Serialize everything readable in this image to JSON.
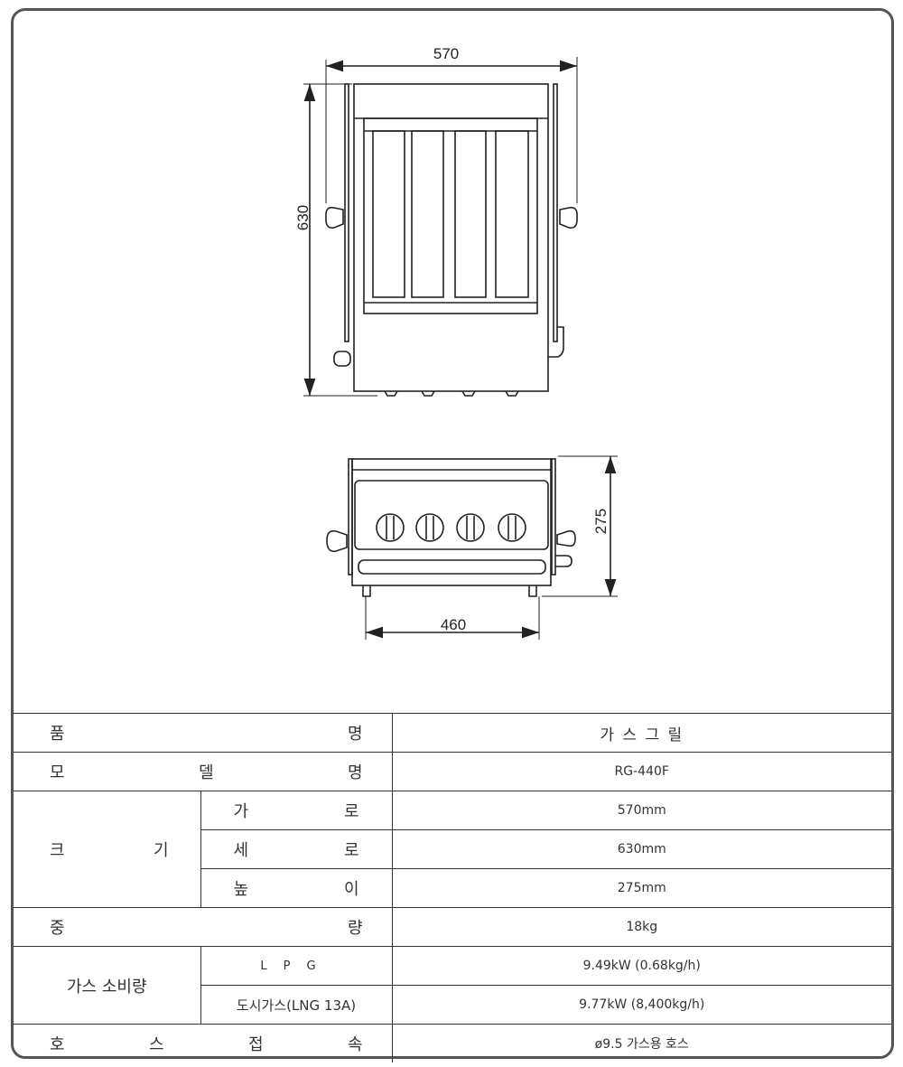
{
  "drawing": {
    "front_view": {
      "width_label": "570",
      "depth_label": "630"
    },
    "side_view": {
      "height_label": "275",
      "base_width_label": "460"
    }
  },
  "spec_table": {
    "product_name": {
      "label": [
        "품",
        "명"
      ],
      "value": "가 스 그 릴"
    },
    "model_name": {
      "label": [
        "모",
        "델",
        "명"
      ],
      "value": "RG-440F"
    },
    "size": {
      "label": [
        "크",
        "기"
      ],
      "rows": [
        {
          "label": [
            "가",
            "로"
          ],
          "value": "570mm"
        },
        {
          "label": [
            "세",
            "로"
          ],
          "value": "630mm"
        },
        {
          "label": [
            "높",
            "이"
          ],
          "value": "275mm"
        }
      ]
    },
    "weight": {
      "label": [
        "중",
        "량"
      ],
      "value": "18kg"
    },
    "gas_consumption": {
      "label": "가스 소비량",
      "rows": [
        {
          "label": "LPG",
          "value": "9.49kW  (0.68kg/h)"
        },
        {
          "label": "도시가스(LNG 13A)",
          "value": "9.77kW  (8,400kg/h)"
        }
      ]
    },
    "hose_connection": {
      "label": [
        "호",
        "스",
        "접",
        "속"
      ],
      "value": "ø9.5 가스용 호스"
    }
  }
}
